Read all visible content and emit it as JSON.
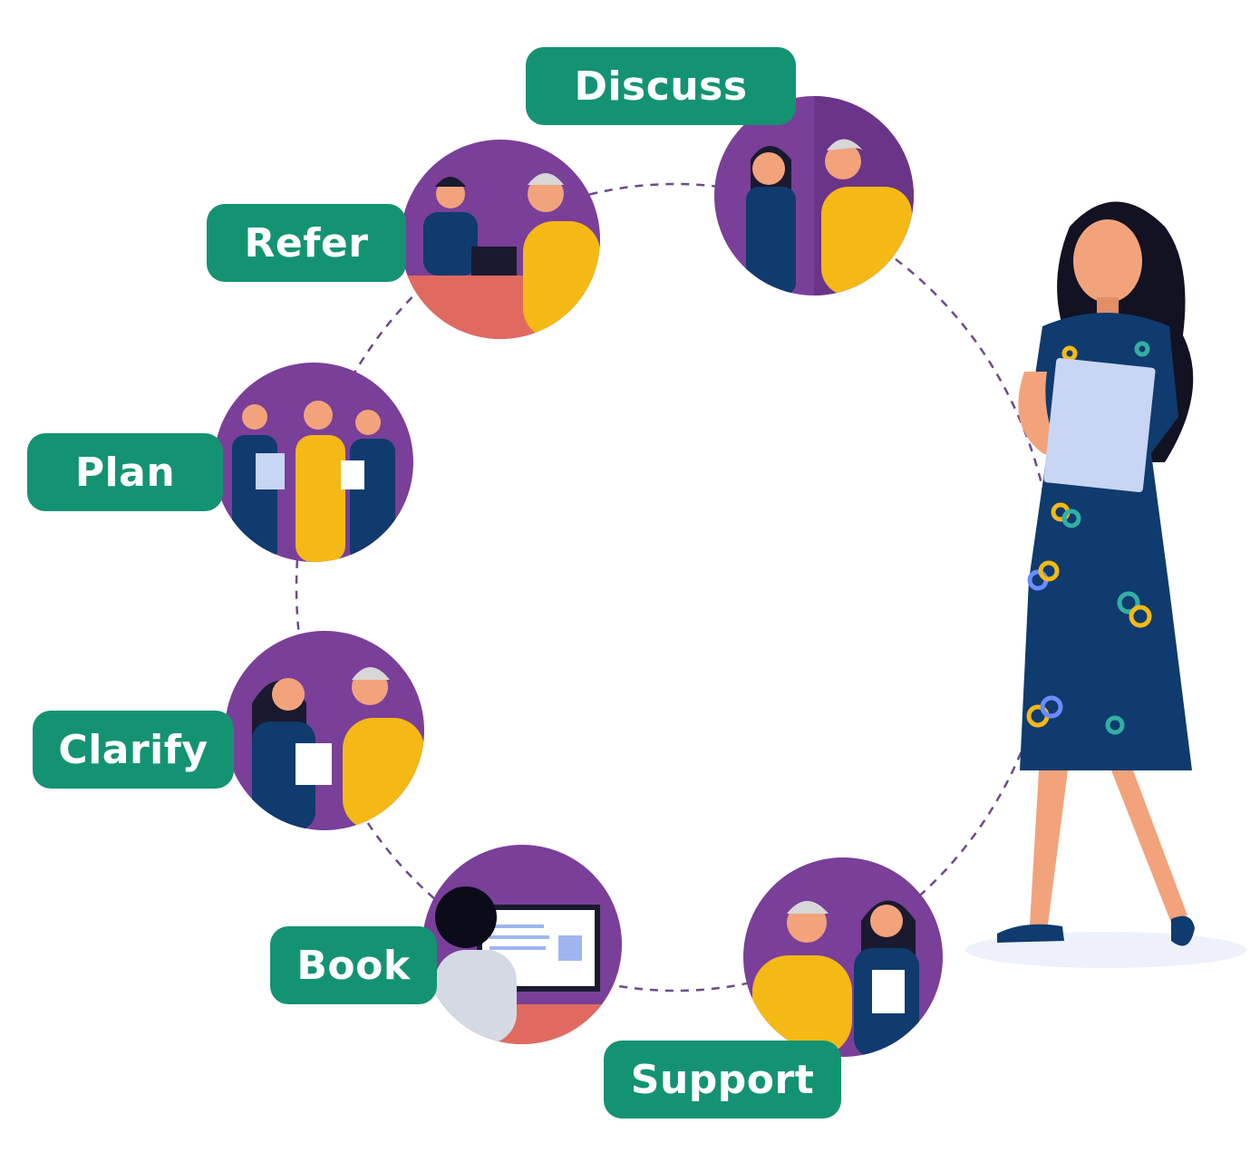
{
  "diagram": {
    "steps": [
      {
        "label": "Discuss",
        "icon": "phone-call-scene-icon"
      },
      {
        "label": "Refer",
        "icon": "nurse-at-desk-scene-icon"
      },
      {
        "label": "Plan",
        "icon": "care-team-scene-icon"
      },
      {
        "label": "Clarify",
        "icon": "conversation-scene-icon"
      },
      {
        "label": "Book",
        "icon": "computer-booking-scene-icon"
      },
      {
        "label": "Support",
        "icon": "support-scene-icon"
      }
    ],
    "figure": "care-coordinator-illustration",
    "colors": {
      "pill_green": "#149373",
      "circle_purple": "#7a3f99",
      "dress_navy": "#0f3b6e",
      "patient_yellow": "#f4b915",
      "dashed_line": "#6b4b8a"
    }
  }
}
